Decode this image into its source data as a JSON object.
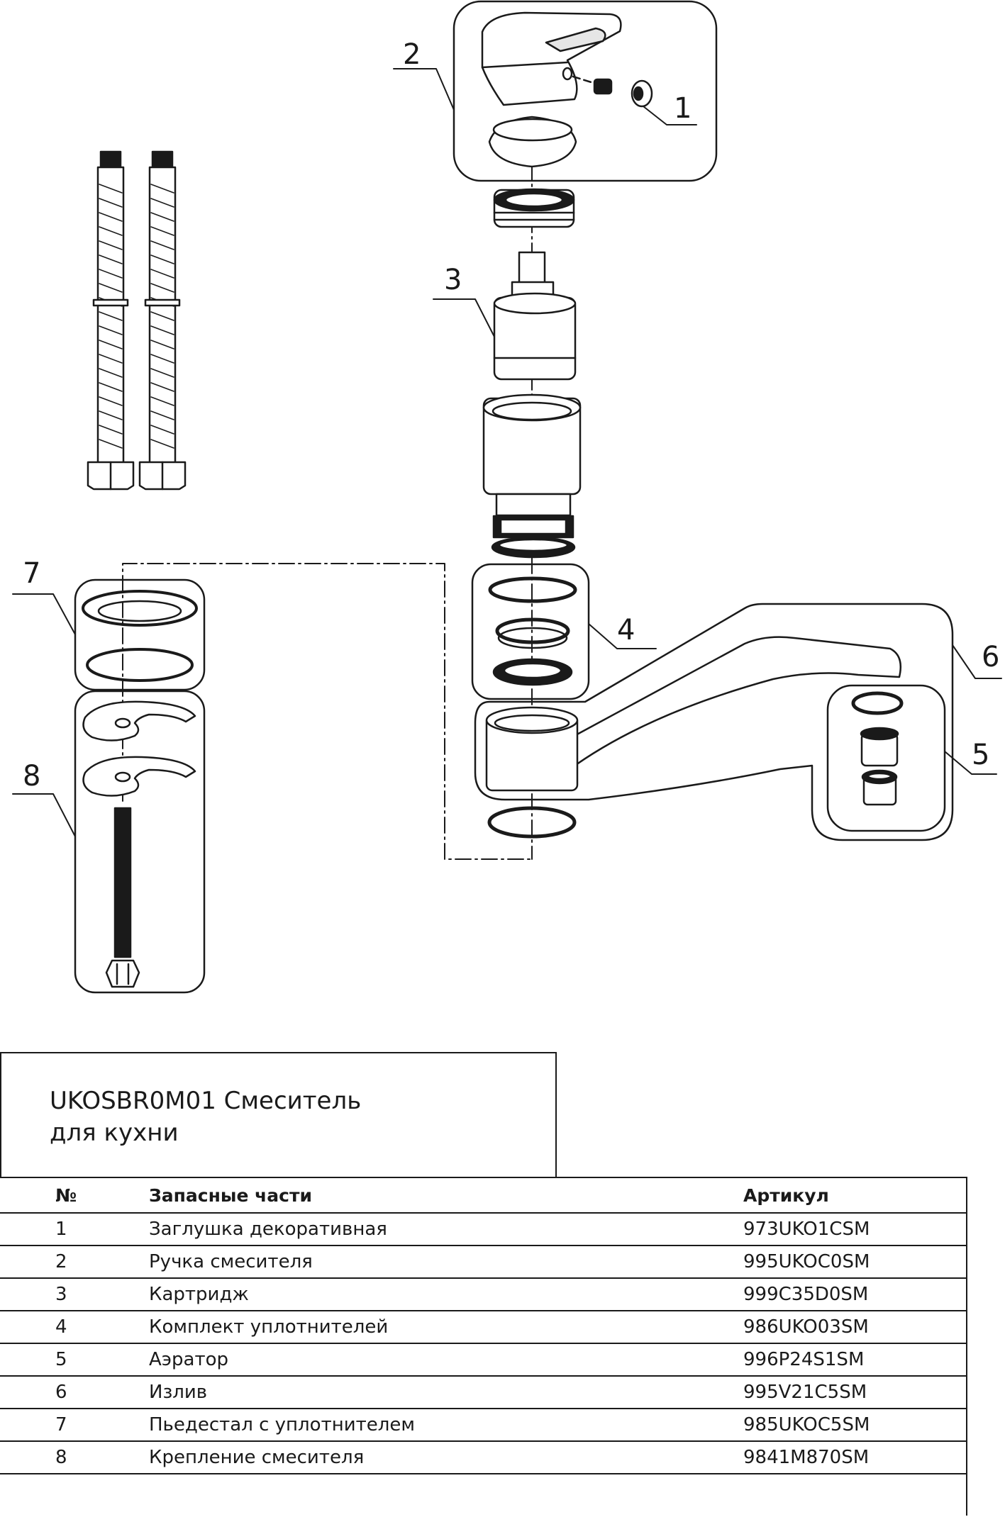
{
  "callouts": [
    "1",
    "2",
    "3",
    "4",
    "5",
    "6",
    "7",
    "8"
  ],
  "title": {
    "line1": "UKOSBR0M01 Смеситель",
    "line2": "для кухни"
  },
  "table": {
    "headers": [
      "№",
      "Запасные части",
      "Артикул"
    ],
    "rows": [
      {
        "num": "1",
        "name": "Заглушка декоративная",
        "code": "973UKO1CSM"
      },
      {
        "num": "2",
        "name": "Ручка смесителя",
        "code": "995UKOC0SM"
      },
      {
        "num": "3",
        "name": "Картридж",
        "code": "999C35D0SM"
      },
      {
        "num": "4",
        "name": "Комплект уплотнителей",
        "code": "986UKO03SM"
      },
      {
        "num": "5",
        "name": "Аэратор",
        "code": "996P24S1SM"
      },
      {
        "num": "6",
        "name": "Излив",
        "code": "995V21C5SM"
      },
      {
        "num": "7",
        "name": "Пьедестал с уплотнителем",
        "code": "985UKOC5SM"
      },
      {
        "num": "8",
        "name": "Крепление смесителя",
        "code": "9841M870SM"
      }
    ]
  }
}
